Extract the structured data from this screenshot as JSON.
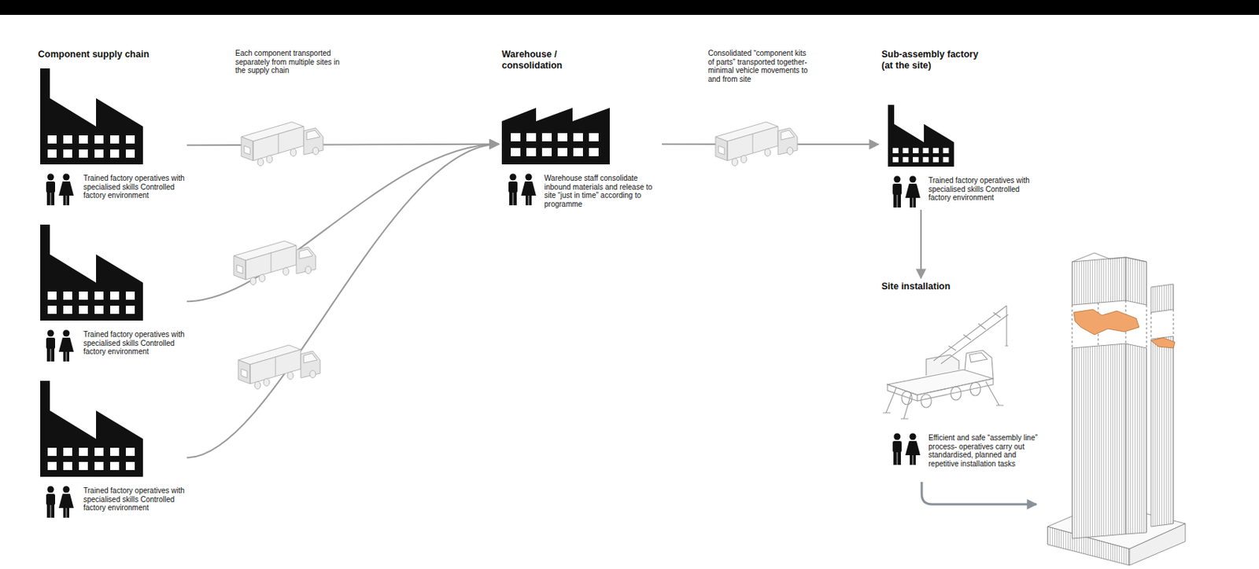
{
  "diagram": {
    "nodes": [
      {
        "text": [
          "Component supply chain",
          "Trained factory operatives with specialised skills Controlled factory environment"
        ]
      },
      {
        "text": [
          "Trained factory operatives with specialised skills Controlled factory environment"
        ]
      },
      {
        "text": [
          "Trained factory operatives with specialised skills Controlled factory environment"
        ]
      },
      {
        "text": [
          "Warehouse / consolidation",
          "Warehouse staff consolidate inbound materials and release to site “just in time” according to programme"
        ]
      },
      {
        "text": [
          "Sub-assembly factory (at the site)",
          "Trained factory operatives with specialised skills Controlled factory environment"
        ]
      },
      {
        "text": [
          "Site installation",
          "Efficient and safe “assembly line” process- operatives carry out standardised, planned and repetitive installation tasks"
        ]
      }
    ],
    "edges": [
      {
        "from": 0,
        "to": 3,
        "arrow": "to",
        "label": "Each component transported separately from multiple sites in the supply chain"
      },
      {
        "from": 1,
        "to": 3,
        "arrow": "to"
      },
      {
        "from": 2,
        "to": 3,
        "arrow": "to"
      },
      {
        "from": 3,
        "to": 4,
        "arrow": "to",
        "label": "Consolidated “component kits of parts” transported together- minimal vehicle movements to and from site"
      },
      {
        "from": 4,
        "to": 5,
        "arrow": "to"
      }
    ]
  }
}
